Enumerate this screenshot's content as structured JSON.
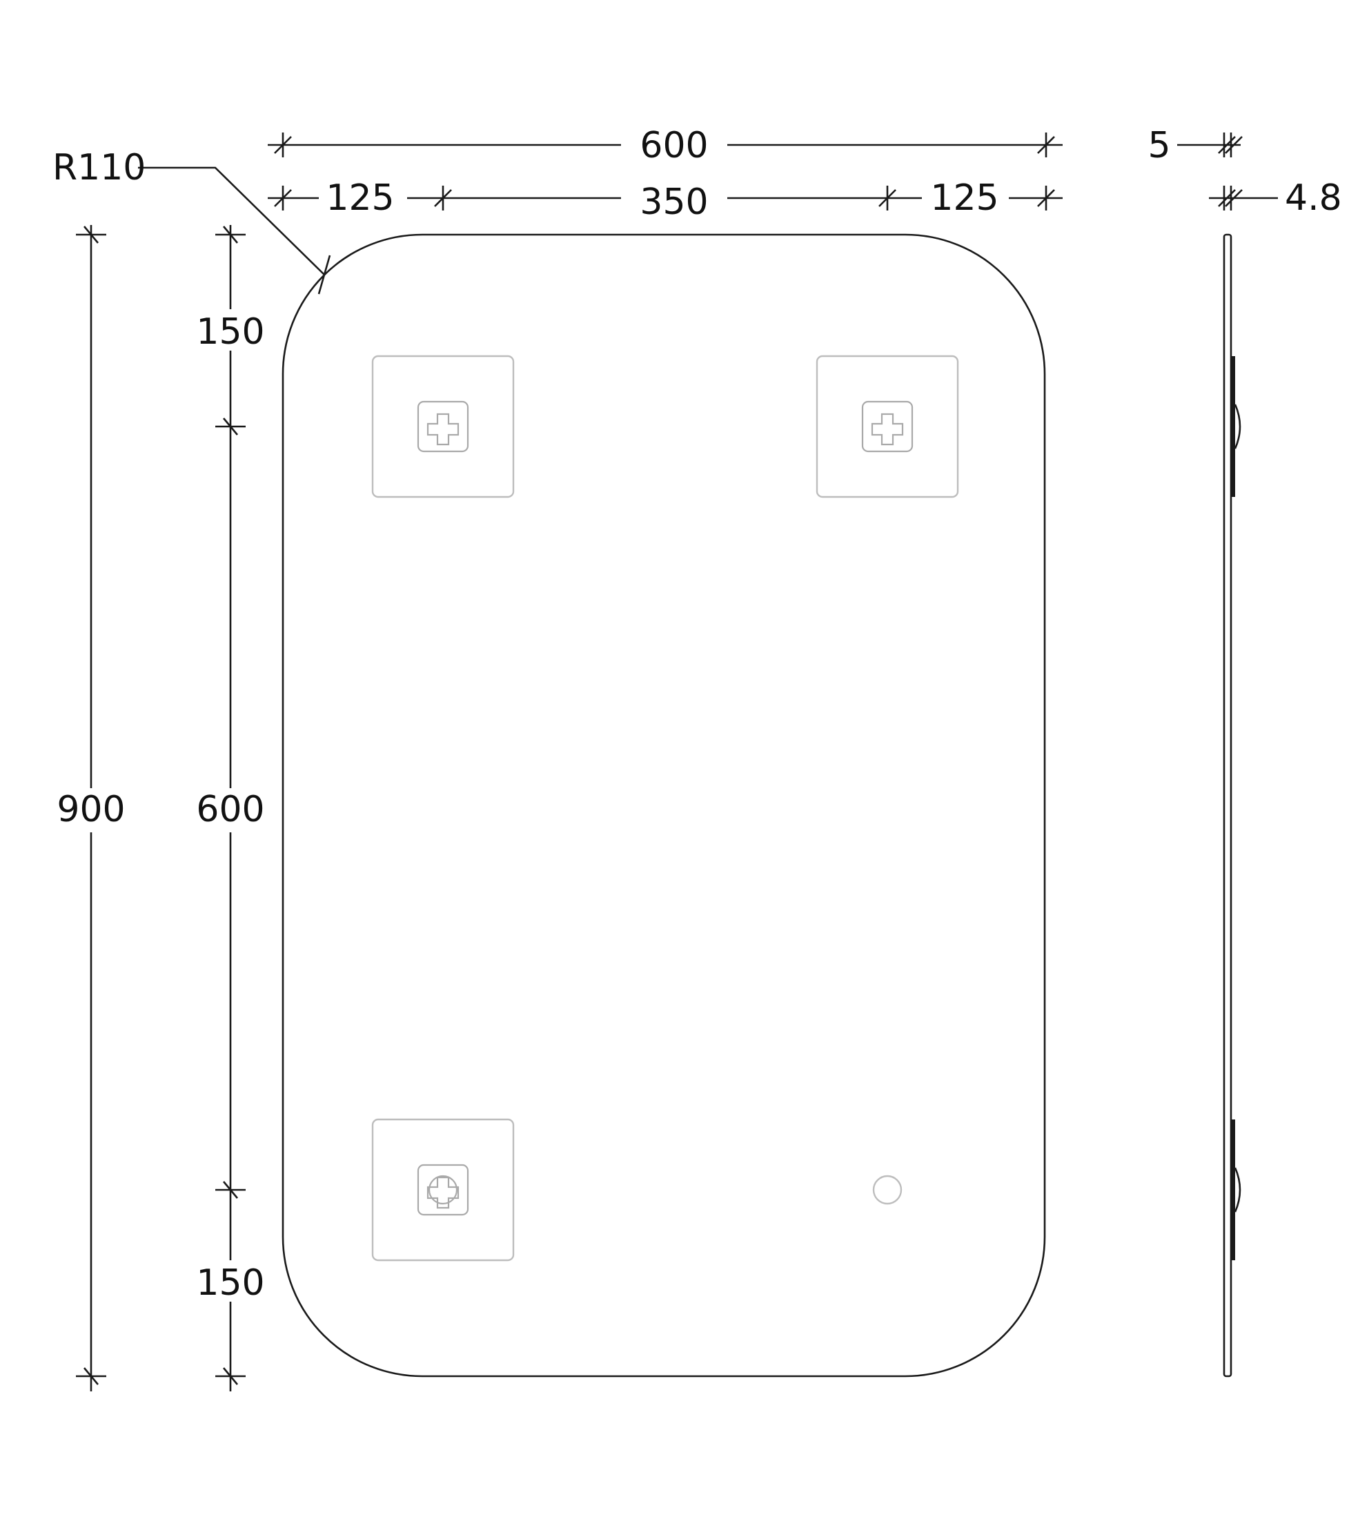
{
  "drawing": {
    "radius_label": "R110",
    "top": {
      "overall_width": "600",
      "left_margin": "125",
      "center_span": "350",
      "right_margin": "125"
    },
    "left": {
      "overall_height": "900",
      "top_offset": "150",
      "vertical_span": "600",
      "bottom_offset": "150"
    },
    "side": {
      "total_thickness": "5",
      "glass_thickness": "4.8"
    },
    "colors": {
      "line": "#1a1a1a",
      "bracket": "#bdbdbd",
      "background": "#ffffff"
    },
    "icons": [
      "mounting-bracket-icon",
      "screw-cross-icon",
      "touch-sensor-icon"
    ]
  }
}
